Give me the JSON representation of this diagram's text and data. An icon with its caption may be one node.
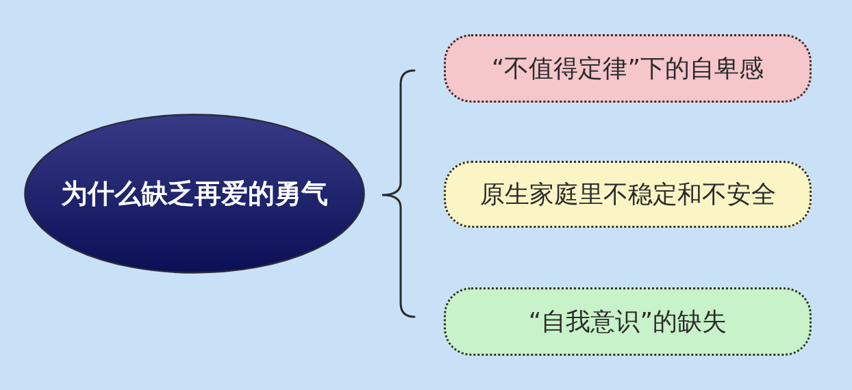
{
  "diagram": {
    "nodes": [
      {
        "text": [
          "为什么缺乏再爱的勇气"
        ]
      },
      {
        "text": [
          "“不值得定律”下的自卑感"
        ]
      },
      {
        "text": [
          "原生家庭里不稳定和不安全"
        ]
      },
      {
        "text": [
          "“自我意识”的缺失"
        ]
      }
    ]
  }
}
